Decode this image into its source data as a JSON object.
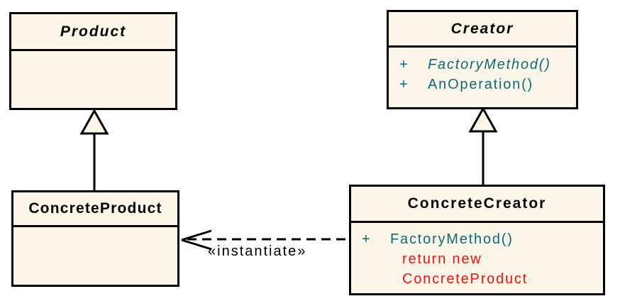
{
  "colors": {
    "background": "#FFFFFF",
    "class_fill": "#FBF6E7",
    "class_border": "#000000",
    "title_text": "#000000",
    "method_text": "#0C6B7B",
    "code_text": "#FA0F0F",
    "connector": "#000000"
  },
  "classes": {
    "product": {
      "name": "Product"
    },
    "creator": {
      "name": "Creator",
      "methods": [
        {
          "visibility": "+",
          "signature": "FactoryMethod()"
        },
        {
          "visibility": "+",
          "signature": "AnOperation()"
        }
      ]
    },
    "concrete_product": {
      "name": "ConcreteProduct"
    },
    "concrete_creator": {
      "name": "ConcreteCreator",
      "methods": [
        {
          "visibility": "+",
          "signature": "FactoryMethod()"
        }
      ],
      "code_lines": [
        "return new",
        "ConcreteProduct"
      ]
    }
  },
  "relationships": {
    "instantiate_label": "«instantiate»"
  }
}
